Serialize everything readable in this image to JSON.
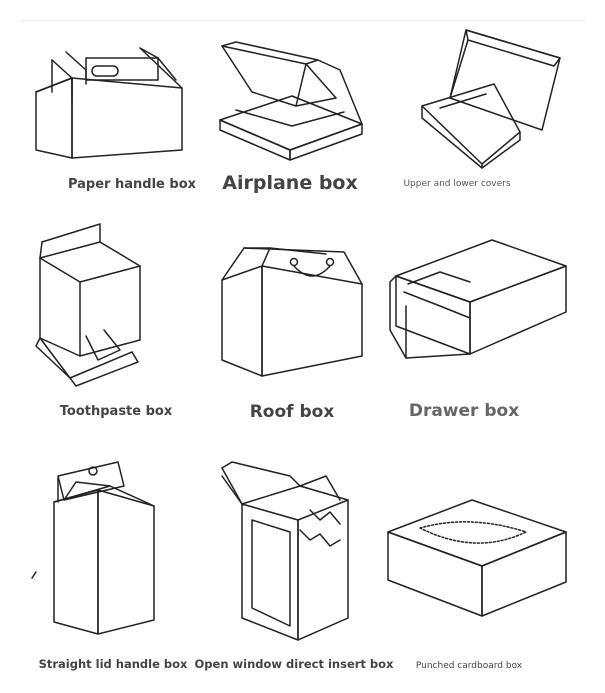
{
  "labels": {
    "paper_handle_box": "Paper handle box",
    "airplane_box": "Airplane box",
    "upper_lower_covers": "Upper and lower covers",
    "toothpaste_box": "Toothpaste box",
    "roof_box": "Roof box",
    "drawer_box": "Drawer box",
    "straight_lid_handle_box": "Straight lid handle box",
    "open_window_box": "Open window direct insert box",
    "punched_cardboard_box": "Punched cardboard box"
  },
  "colors": {
    "line": "#222222",
    "label": "#444444",
    "background": "#ffffff"
  }
}
